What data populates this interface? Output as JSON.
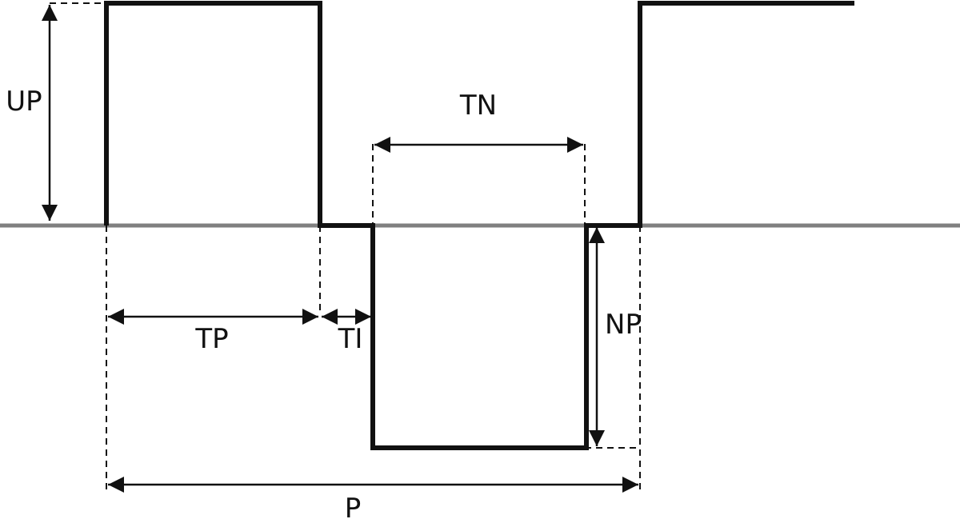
{
  "labels": {
    "up": "UP",
    "tn": "TN",
    "tp": "TP",
    "ti": "TI",
    "np": "NP",
    "p": "P"
  },
  "colors": {
    "waveform": "#111111",
    "baseline": "#808080",
    "annotation": "#111111"
  }
}
